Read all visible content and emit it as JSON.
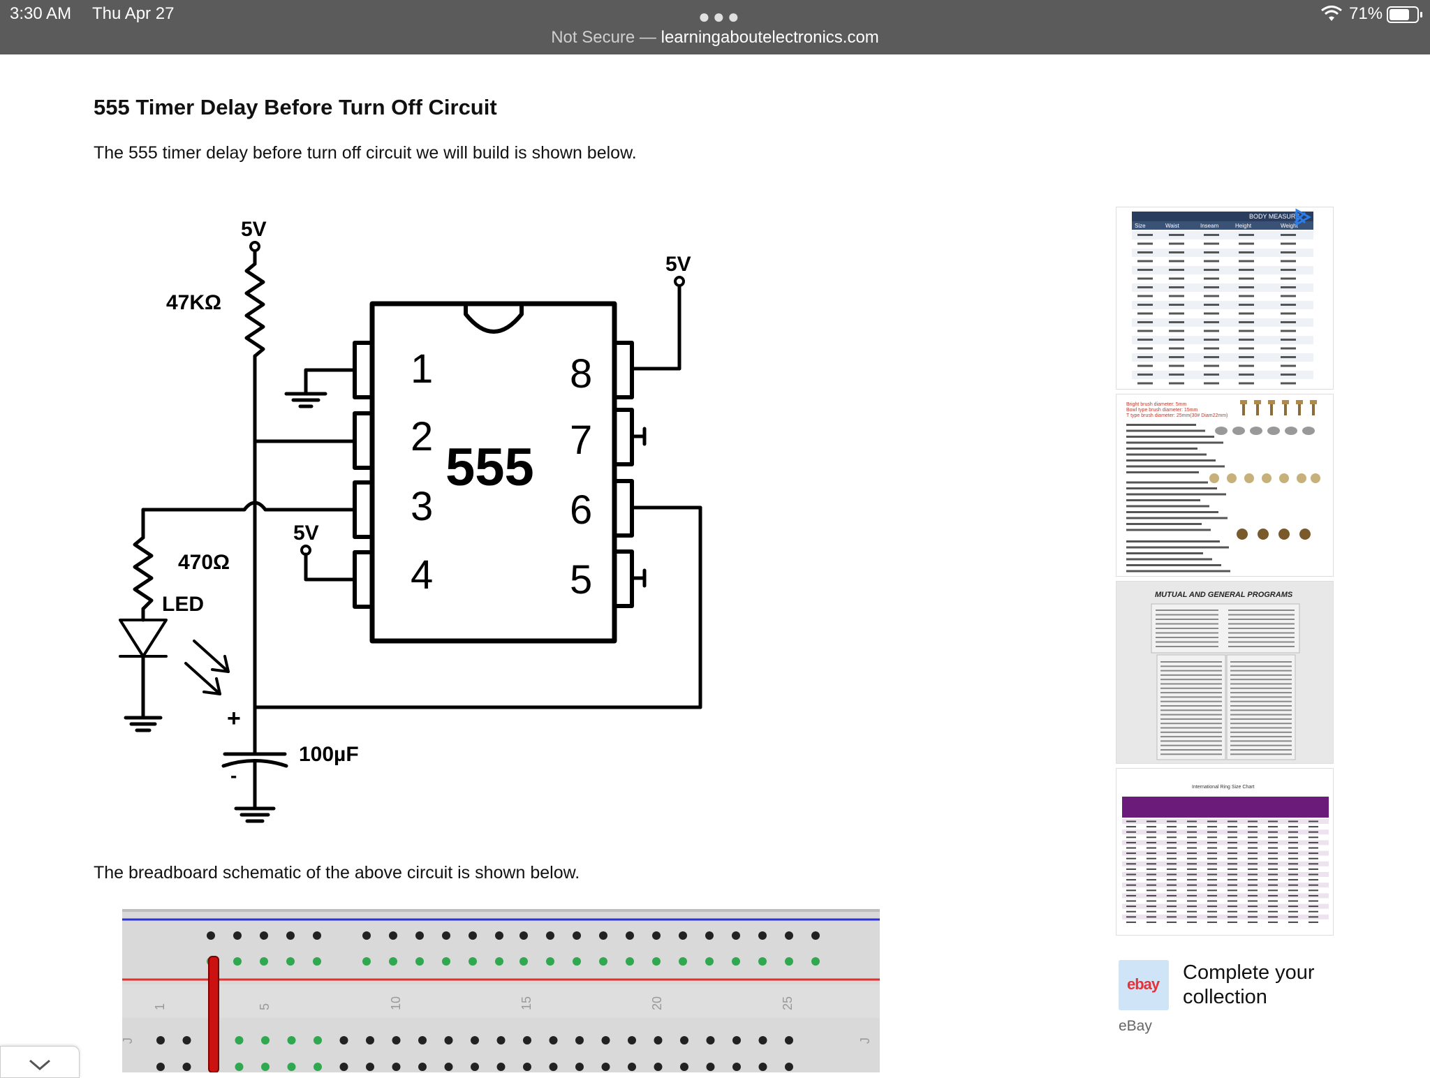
{
  "status": {
    "time": "3:30 AM",
    "date": "Thu Apr 27",
    "battery": "71%",
    "battery_level": 0.71,
    "url_prefix": "Not Secure — ",
    "url_host": "learningaboutelectronics.com"
  },
  "article": {
    "title": "555 Timer Delay Before Turn Off Circuit",
    "intro": "The 555 timer delay before turn off circuit we will build is shown below.",
    "breadboard_caption": "The breadboard schematic of the above circuit is shown below."
  },
  "circuit": {
    "chip_label": "555",
    "pins": [
      "1",
      "2",
      "3",
      "4",
      "8",
      "7",
      "6",
      "5"
    ],
    "labels": {
      "vcc_top": "5V",
      "vcc_right": "5V",
      "vcc_pin4": "5V",
      "r1": "47KΩ",
      "r2": "470Ω",
      "led": "LED",
      "cap": "100µF",
      "plus": "+",
      "minus": "-"
    }
  },
  "breadboard": {
    "column_numbers": [
      "1",
      "5",
      "10",
      "15",
      "20",
      "25"
    ],
    "row_letter": "J"
  },
  "ad": {
    "headline": "Complete your collection",
    "source": "eBay",
    "logo_text": "ebay",
    "thumb1_header": "BODY MEASURE",
    "thumb1_columns": [
      "Size",
      "Waist",
      "Inseam",
      "Height",
      "Weight"
    ],
    "thumb2_lines": [
      "Bright brush diameter: 5mm",
      "Bowl type brush diameter: 15mm",
      "T type brush diameter: 25mm(30# Diam22mm)"
    ],
    "thumb3_title": "MUTUAL AND GENERAL PROGRAMS",
    "thumb4_title": "International Ring Size Chart"
  }
}
